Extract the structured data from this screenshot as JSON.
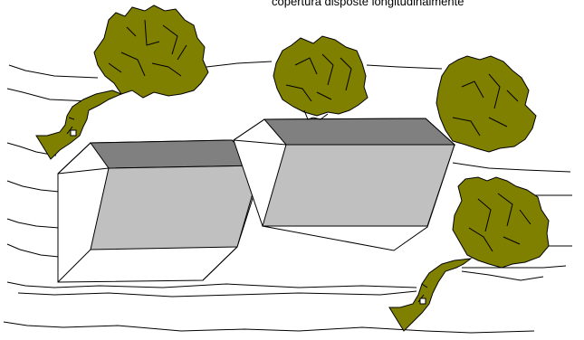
{
  "caption": "copertura disposte longitudinalmente",
  "colors": {
    "tree_fill": "#808000",
    "tree_stroke": "#000000",
    "roof_top": "#808080",
    "roof_inner": "#c0c0c0",
    "roof_frame": "#ffffff",
    "line": "#000000"
  },
  "elements": [
    "tree",
    "tree",
    "tree",
    "tree",
    "roof-module",
    "roof-module",
    "terrain-lines"
  ]
}
